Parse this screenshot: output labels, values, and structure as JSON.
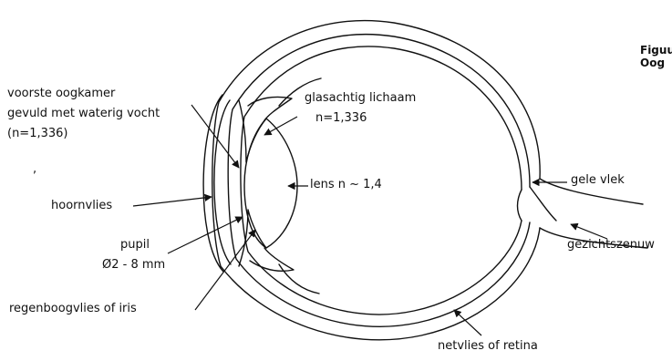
{
  "figure": {
    "label_line1": "Figuu",
    "label_line2": "Oog"
  },
  "labels": {
    "anterior_chamber_l1": "voorste oogkamer",
    "anterior_chamber_l2": "gevuld met waterig vocht",
    "anterior_chamber_l3": "(n=1,336)",
    "stray_mark": ",",
    "vitreous_l1": "glasachtig lichaam",
    "vitreous_l2": "n=1,336",
    "lens": "lens n ~ 1,4",
    "cornea": "hoornvlies",
    "pupil_l1": "pupil",
    "pupil_l2": "Ø2 - 8 mm",
    "iris": "regenboogvlies of iris",
    "macula": "gele vlek",
    "optic_nerve": "gezichtszenuw",
    "retina": "netvlies of retina"
  }
}
